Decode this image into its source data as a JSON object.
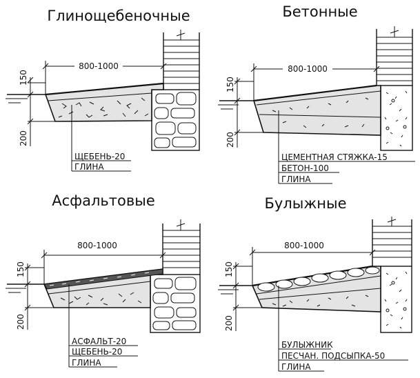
{
  "panels": [
    {
      "id": "p1",
      "title": "Глинощебеночные",
      "width_label": "800-1000",
      "upper_label": "150",
      "lower_label": "200",
      "foundation": "stone",
      "surface": "plain",
      "materials": [
        "ЩЕБЕНЬ-20",
        "ГЛИНА"
      ]
    },
    {
      "id": "p2",
      "title": "Бетонные",
      "width_label": "800-1000",
      "upper_label": "150",
      "lower_label": "200",
      "foundation": "concrete",
      "surface": "screed",
      "materials": [
        "ЦЕМЕНТНАЯ СТЯЖКА-15",
        "БЕТОН-100",
        "ГЛИНА"
      ]
    },
    {
      "id": "p3",
      "title": "Асфальтовые",
      "width_label": "800-1000",
      "upper_label": "150",
      "lower_label": "200",
      "foundation": "stone",
      "surface": "asphalt",
      "materials": [
        "АСФАЛЬТ-20",
        "ЩЕБЕНЬ-20",
        "ГЛИНА"
      ]
    },
    {
      "id": "p4",
      "title": "Булыжные",
      "width_label": "800-1000",
      "upper_label": "150",
      "lower_label": "200",
      "foundation": "concrete",
      "surface": "cobble",
      "materials": [
        "БУЛЫЖНИК",
        "ПЕСЧАН. ПОДСЫПКА-50",
        "ГЛИНА"
      ]
    }
  ]
}
